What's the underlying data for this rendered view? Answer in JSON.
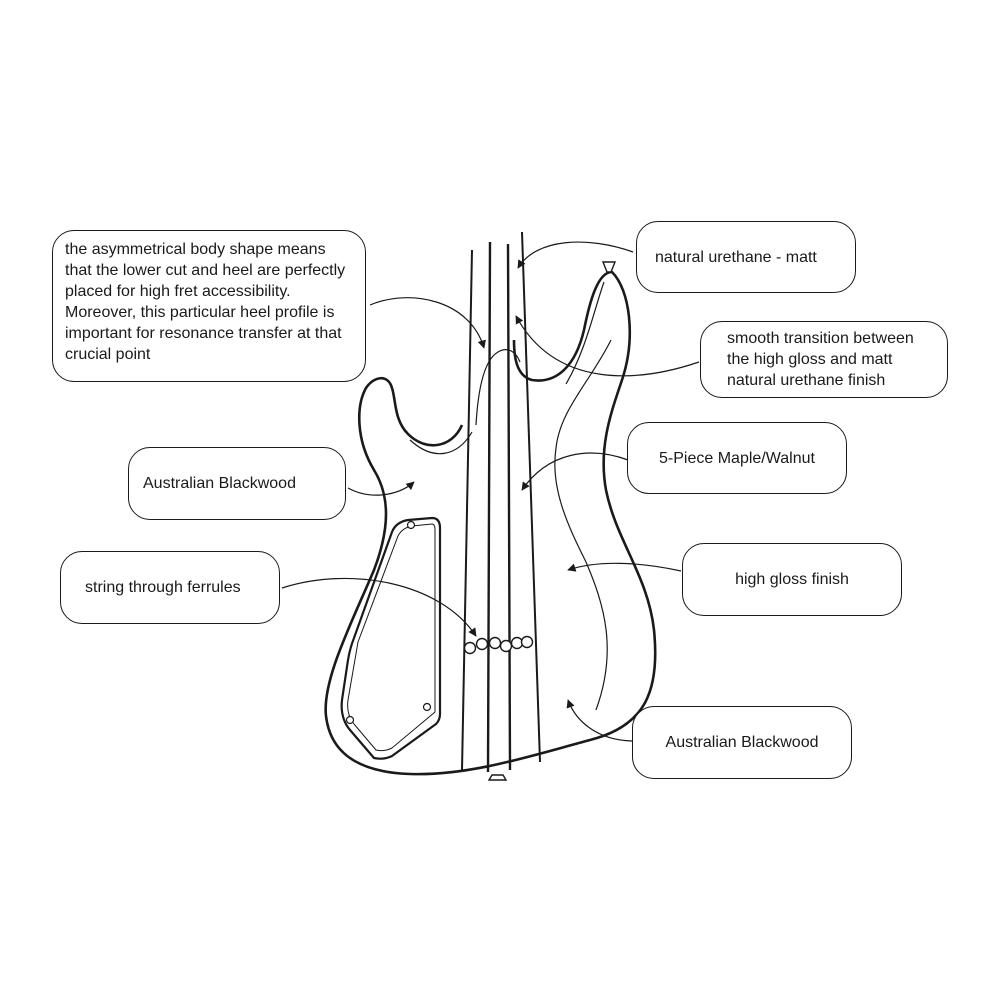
{
  "colors": {
    "line": "#1a1a1a",
    "background": "#ffffff"
  },
  "callouts": {
    "heel": "the asymmetrical body shape means\nthat the lower cut and heel are perfectly\nplaced for high fret accessibility.\nMoreover, this particular heel profile is\nimportant for resonance transfer at that\ncrucial point",
    "blackwood_left": "Australian Blackwood",
    "ferrules": "string through ferrules",
    "urethane_matt": "natural urethane - matt",
    "transition": "smooth transition between\nthe high gloss and matt\nnatural urethane finish",
    "neck": "5-Piece Maple/Walnut",
    "gloss": "high gloss finish",
    "blackwood_right": "Australian Blackwood"
  }
}
